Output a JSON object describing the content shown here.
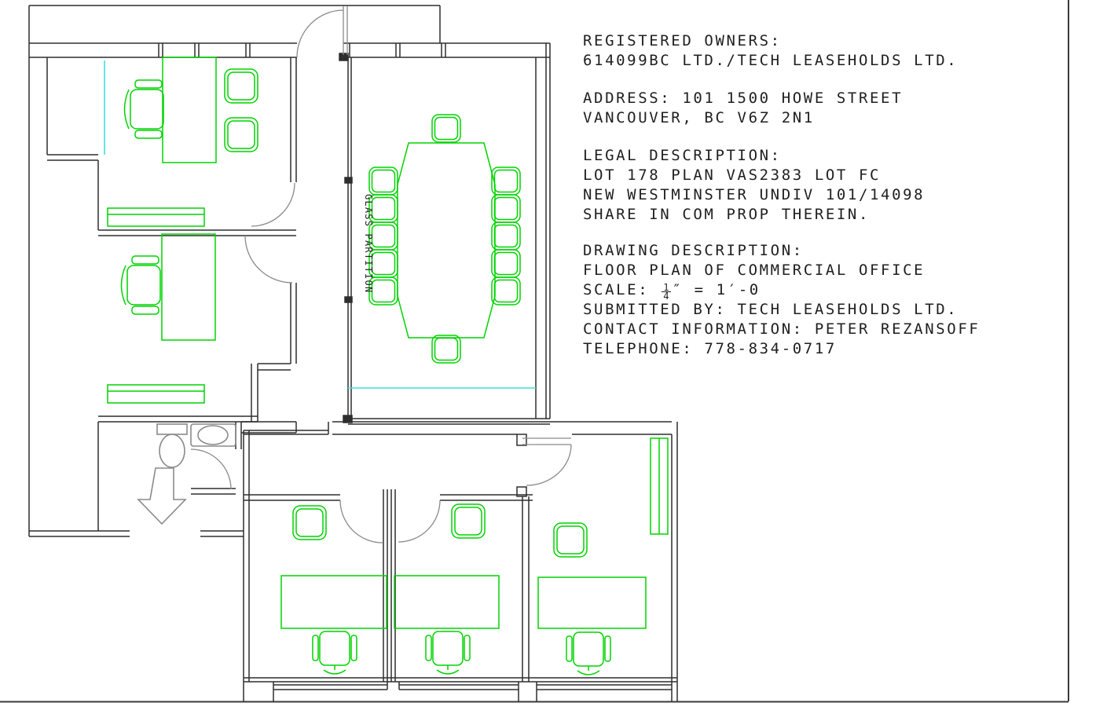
{
  "annotation": {
    "registered_owners_label": "REGISTERED OWNERS:",
    "registered_owners_value": "614099BC LTD./TECH LEASEHOLDS LTD.",
    "address_line1": "ADDRESS: 101 1500 HOWE STREET",
    "address_line2": "VANCOUVER, BC V6Z 2N1",
    "legal_label": "LEGAL DESCRIPTION:",
    "legal_line1": "LOT 178 PLAN VAS2383 LOT FC",
    "legal_line2": "NEW WESTMINSTER UNDIV 101/14098",
    "legal_line3": "SHARE IN COM PROP THEREIN.",
    "drawing_label": "DRAWING DESCRIPTION:",
    "drawing_line1": "FLOOR PLAN OF COMMERCIAL OFFICE",
    "scale_prefix": "SCALE:",
    "scale_numerator": "1",
    "scale_denominator": "4",
    "scale_suffix": "″ = 1′-0",
    "submitted_by": "SUBMITTED BY: TECH LEASEHOLDS LTD.",
    "contact": "CONTACT INFORMATION: PETER REZANSOFF",
    "telephone": "TELEPHONE: 778-834-0717"
  },
  "plan": {
    "glass_partition_label": "GLASS PARTITION"
  },
  "colors": {
    "furniture_green": "#00d400",
    "glass_cyan": "#3fe0dc",
    "wall_dark": "#2e2e2e",
    "line_gray": "#8a8a8a"
  }
}
